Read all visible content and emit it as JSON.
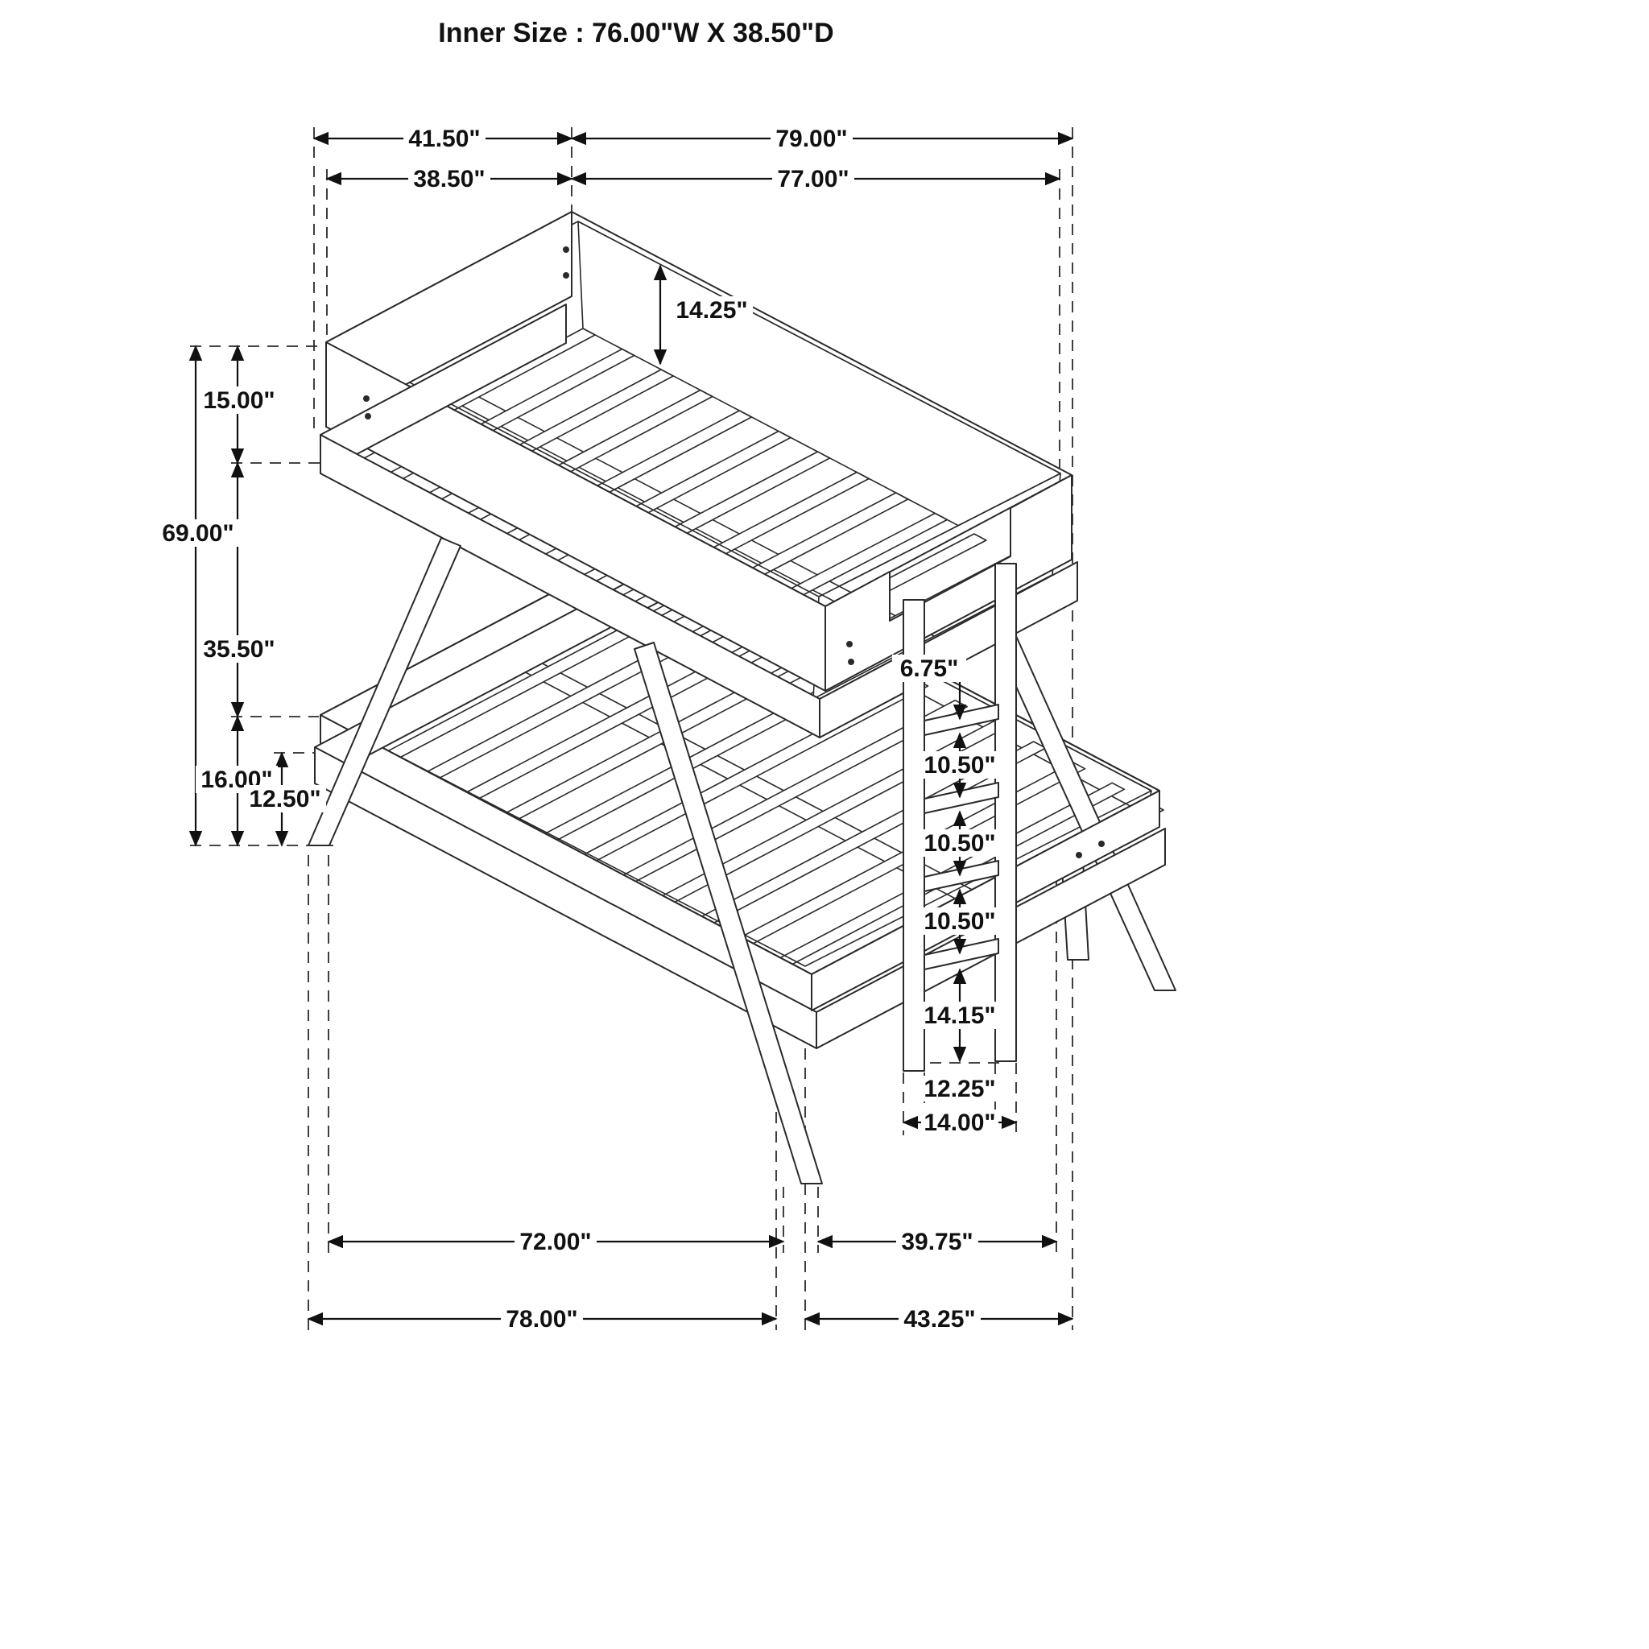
{
  "title": "Inner Size : 76.00\"W X 38.50\"D",
  "dims": {
    "top_outer_depth": "41.50\"",
    "top_outer_length": "79.00\"",
    "top_inner_depth": "38.50\"",
    "top_inner_length": "77.00\"",
    "guard_inner_height": "14.25\"",
    "guard_height": "15.00\"",
    "overall_height": "69.00\"",
    "bunk_clearance": "35.50\"",
    "lower_bed_height": "16.00\"",
    "lower_deck_height": "12.50\"",
    "ladder_top_space": "6.75\"",
    "ladder_space_1": "10.50\"",
    "ladder_space_2": "10.50\"",
    "ladder_space_3": "10.50\"",
    "ladder_bottom_space": "14.15\"",
    "ladder_inner_width": "12.25\"",
    "ladder_outer_width": "14.00\"",
    "lower_inner_length": "72.00\"",
    "ladder_floor_depth": "39.75\"",
    "lower_outer_length": "78.00\"",
    "right_floor_depth": "43.25\""
  }
}
